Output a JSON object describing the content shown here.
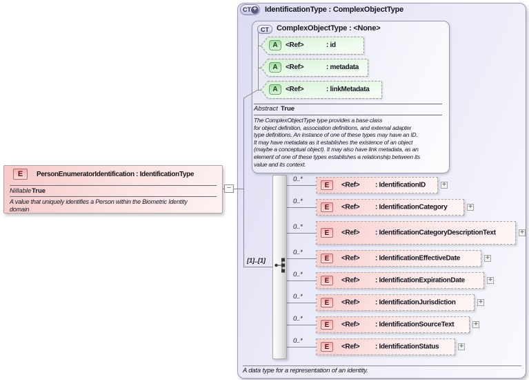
{
  "icons": {
    "element": "E",
    "attribute": "A",
    "complex_type": "CT",
    "plus": "+",
    "minus": "−",
    "expand": "+"
  },
  "colors": {
    "element_pink": "#f8cccc",
    "attribute_green": "#d9f2d9",
    "type_lavender": "#dcdcf1",
    "line_gray": "#8a8a8a"
  },
  "left_element": {
    "title": "PersonEnumeratorIdentification : IdentificationType",
    "property_label": "Nillable",
    "property_value": "True",
    "annotation": "A value that uniquely identifies a Person within the Biometric Identity\ndomain"
  },
  "type_box": {
    "title": "IdentificationType : ComplexObjectType",
    "footer_annotation": "A data type for a representation of an identity.",
    "base_type": {
      "title": "ComplexObjectType : <None>",
      "attributes": [
        {
          "ref": "<Ref>",
          "name": ": id"
        },
        {
          "ref": "<Ref>",
          "name": ": metadata"
        },
        {
          "ref": "<Ref>",
          "name": ": linkMetadata"
        }
      ],
      "property_label": "Abstract",
      "property_value": "True",
      "annotation": "The ComplexObjectType type provides a base class\nfor object definition, association definitions, and external adapter\ntype definitions. An instance of one of these types may have an ID.\nIt may have metadata as it establishes the existence of an object\n(maybe a conceptual object). It may also have link metadata, as an\nelement of one of these types establishes a relationship between its\nvalue and its context."
    },
    "sequence": {
      "cardinality": "[1]..[1]",
      "elements": [
        {
          "cardinality": "0..*",
          "ref": "<Ref>",
          "name": ": IdentificationID"
        },
        {
          "cardinality": "0..*",
          "ref": "<Ref>",
          "name": ": IdentificationCategory"
        },
        {
          "cardinality": "0..*",
          "ref": "<Ref>",
          "name": ": IdentificationCategoryDescriptionText"
        },
        {
          "cardinality": "0..*",
          "ref": "<Ref>",
          "name": ": IdentificationEffectiveDate"
        },
        {
          "cardinality": "0..*",
          "ref": "<Ref>",
          "name": ": IdentificationExpirationDate"
        },
        {
          "cardinality": "0..*",
          "ref": "<Ref>",
          "name": ": IdentificationJurisdiction"
        },
        {
          "cardinality": "0..*",
          "ref": "<Ref>",
          "name": ": IdentificationSourceText"
        },
        {
          "cardinality": "0..*",
          "ref": "<Ref>",
          "name": ": IdentificationStatus"
        }
      ]
    }
  }
}
